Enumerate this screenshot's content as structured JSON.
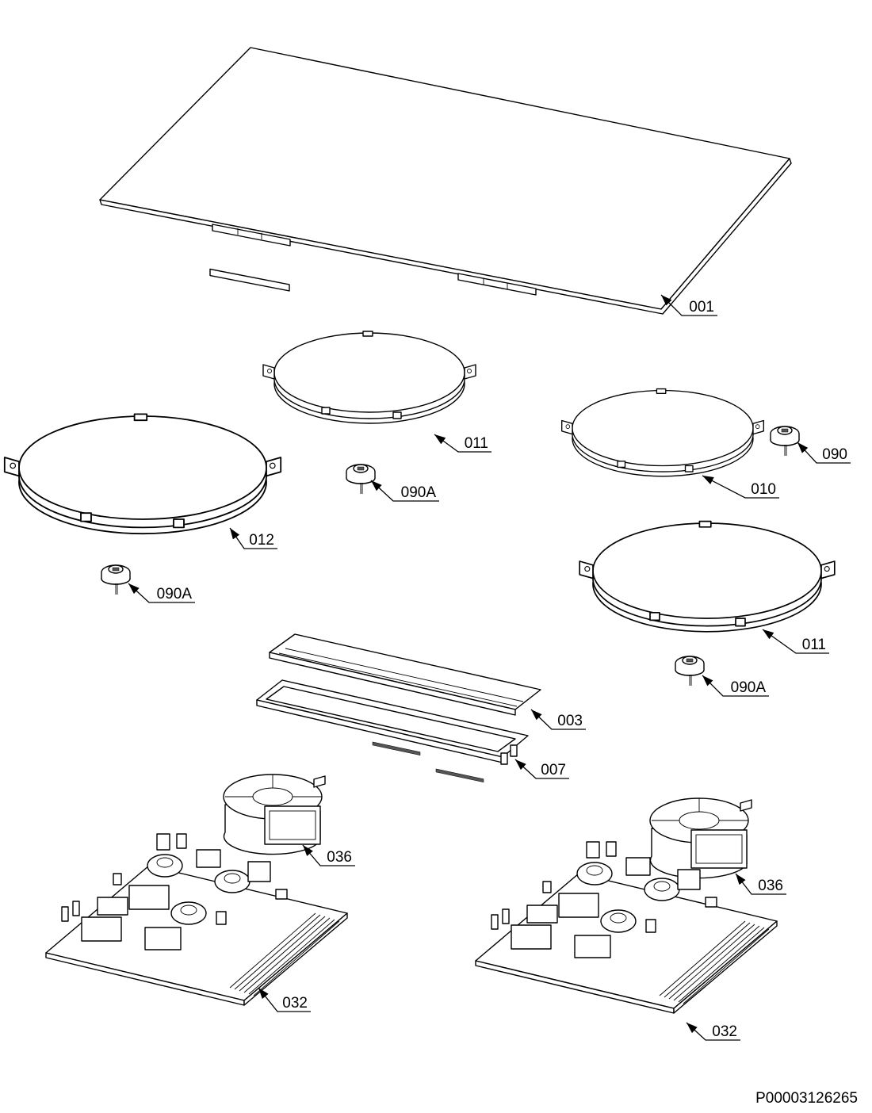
{
  "callouts": [
    {
      "id": "c-001",
      "label": "001"
    },
    {
      "id": "c-011-top",
      "label": "011"
    },
    {
      "id": "c-010",
      "label": "010"
    },
    {
      "id": "c-090",
      "label": "090"
    },
    {
      "id": "c-012",
      "label": "012"
    },
    {
      "id": "c-090A-mid",
      "label": "090A"
    },
    {
      "id": "c-090A-left",
      "label": "090A"
    },
    {
      "id": "c-011-right",
      "label": "011"
    },
    {
      "id": "c-090A-right",
      "label": "090A"
    },
    {
      "id": "c-003",
      "label": "003"
    },
    {
      "id": "c-007",
      "label": "007"
    },
    {
      "id": "c-036-left",
      "label": "036"
    },
    {
      "id": "c-036-right",
      "label": "036"
    },
    {
      "id": "c-032-left",
      "label": "032"
    },
    {
      "id": "c-032-right",
      "label": "032"
    }
  ],
  "document_id": "P00003126265"
}
